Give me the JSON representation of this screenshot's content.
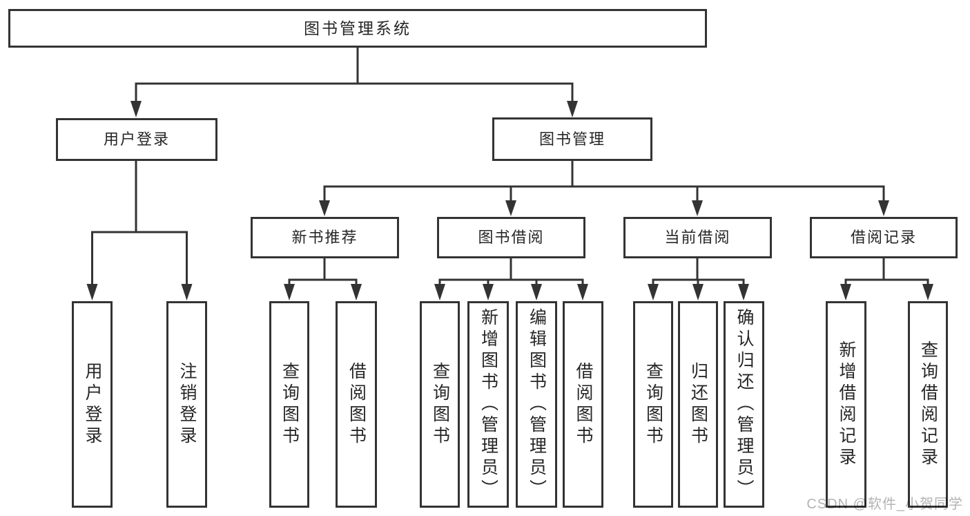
{
  "diagram": {
    "root_node": {
      "label": "图书管理系统"
    },
    "level2_nodes": [
      {
        "label": "用户登录"
      },
      {
        "label": "图书管理"
      }
    ],
    "level3_nodes": [
      {
        "label": "新书推荐"
      },
      {
        "label": "图书借阅"
      },
      {
        "label": "当前借阅"
      },
      {
        "label": "借阅记录"
      }
    ],
    "leaf_nodes": [
      {
        "parent": "用户登录",
        "label": "用户登录"
      },
      {
        "parent": "用户登录",
        "label": "注销登录"
      },
      {
        "parent": "新书推荐",
        "label": "查询图书"
      },
      {
        "parent": "新书推荐",
        "label": "借阅图书"
      },
      {
        "parent": "图书借阅",
        "label": "查询图书"
      },
      {
        "parent": "图书借阅",
        "label": "新增图书（管理员）"
      },
      {
        "parent": "图书借阅",
        "label": "编辑图书（管理员）"
      },
      {
        "parent": "图书借阅",
        "label": "借阅图书"
      },
      {
        "parent": "当前借阅",
        "label": "查询图书"
      },
      {
        "parent": "当前借阅",
        "label": "归还图书"
      },
      {
        "parent": "当前借阅",
        "label": "确认归还（管理员）"
      },
      {
        "parent": "借阅记录",
        "label": "新增借阅记录"
      },
      {
        "parent": "借阅记录",
        "label": "查询借阅记录"
      }
    ]
  },
  "watermark": {
    "text": "CSDN @软件_小贺同学"
  },
  "colors": {
    "line_color": "#333333",
    "text_color": "#262626",
    "watermark_color": "#b3b3b3",
    "bg_color": "#ffffff",
    "box_fill": "#ffffff"
  }
}
